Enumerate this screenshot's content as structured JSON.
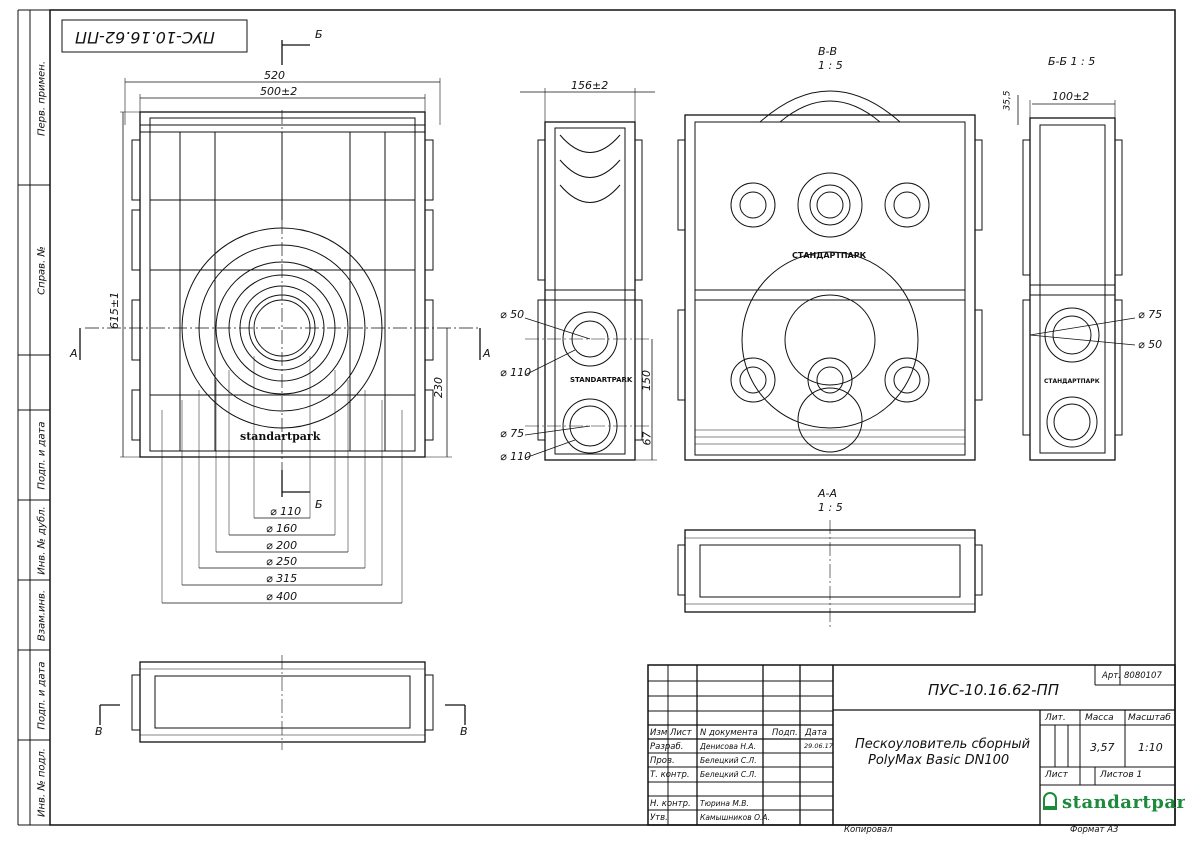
{
  "drawing_code_rotated": "ПУС-10.16.62-ПП",
  "sidebar": {
    "labels": [
      "Перв. примен.",
      "Справ. №",
      "Подп. и дата",
      "Инв. № дубл.",
      "Взам.инв.",
      "Подп. и дата",
      "Инв. № подл."
    ]
  },
  "front_view": {
    "dims": {
      "width_overall": "520",
      "width_inner": "500±2",
      "height": "615±1",
      "side_230": "230",
      "section_a": "А",
      "section_b_top": "Б",
      "section_b_bottom": "Б"
    },
    "diameters": [
      "⌀ 110",
      "⌀ 160",
      "⌀ 200",
      "⌀ 250",
      "⌀ 315",
      "⌀ 400"
    ],
    "logo": "standartpark"
  },
  "side_view": {
    "dims": {
      "width": "156±2",
      "d50": "⌀ 50",
      "d110_a": "⌀ 110",
      "d75": "⌀ 75",
      "d110_b": "⌀ 110",
      "h150": "150",
      "h67": "67"
    },
    "label": "STANDARTPARK"
  },
  "section_vv": {
    "title": "В-В",
    "scale": "1 : 5",
    "brand": "СТАНДАРТПАРК"
  },
  "section_bb": {
    "title": "Б-Б 1 : 5",
    "dim_35": "35,5",
    "dim_100": "100±2",
    "d75": "⌀ 75",
    "d50": "⌀ 50",
    "brand": "СТАНДАРТПАРК"
  },
  "section_aa": {
    "title": "А-А",
    "scale": "1 : 5"
  },
  "bottom_view": {
    "label_left": "В",
    "label_right": "В"
  },
  "title_block": {
    "code": "ПУС-10.16.62-ПП",
    "art_label": "Арт.",
    "art_value": "8080107",
    "name_line1": "Пескоуловитель сборный",
    "name_line2": "PolyMax Basic DN100",
    "lit_label": "Лит.",
    "mass_label": "Масса",
    "scale_label": "Масштаб",
    "mass_value": "3,57",
    "scale_value": "1:10",
    "sheet_label": "Лист",
    "sheets_label": "Листов 1",
    "headers": [
      "Изм",
      "Лист",
      "N документа",
      "Подп.",
      "Дата"
    ],
    "rows": [
      {
        "role": "Разраб.",
        "name": "Денисова Н.А.",
        "date": "29.06.17"
      },
      {
        "role": "Пров.",
        "name": "Белецкий С.Л.",
        "date": ""
      },
      {
        "role": "Т. контр.",
        "name": "Белецкий С.Л.",
        "date": ""
      },
      {
        "role": "Н. контр.",
        "name": "Тюрина М.В.",
        "date": ""
      },
      {
        "role": "Утв.",
        "name": "Камышников О.А.",
        "date": ""
      }
    ],
    "logo": "standartpark"
  },
  "footer": {
    "copied": "Копировал",
    "format": "Формат А3"
  }
}
